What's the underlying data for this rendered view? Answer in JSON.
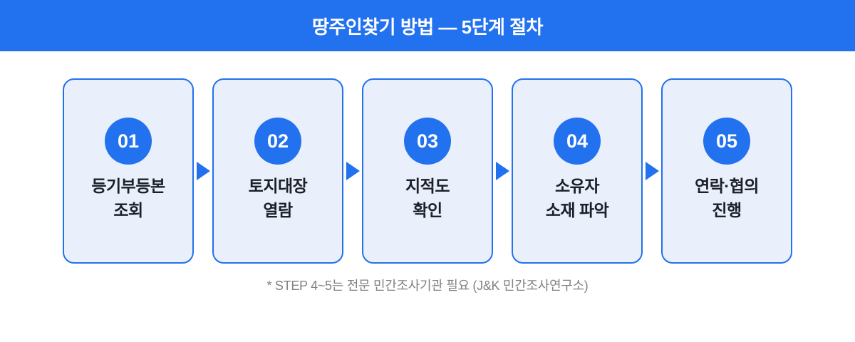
{
  "colors": {
    "accent_blue": "#2271EE",
    "card_background": "#E9EFFB",
    "card_border": "#2271EE",
    "label_text": "#1B1F27",
    "header_text": "#FFFFFF",
    "footnote_text": "#828282"
  },
  "header": {
    "title": "땅주인찾기 방법 — 5단계 절차"
  },
  "steps": [
    {
      "number": "01",
      "line1": "등기부등본",
      "line2": "조회"
    },
    {
      "number": "02",
      "line1": "토지대장",
      "line2": "열람"
    },
    {
      "number": "03",
      "line1": "지적도",
      "line2": "확인"
    },
    {
      "number": "04",
      "line1": "소유자",
      "line2": "소재 파악"
    },
    {
      "number": "05",
      "line1": "연락·협의",
      "line2": "진행"
    }
  ],
  "footnote": "* STEP 4~5는 전문 민간조사기관 필요 (J&K 민간조사연구소)"
}
